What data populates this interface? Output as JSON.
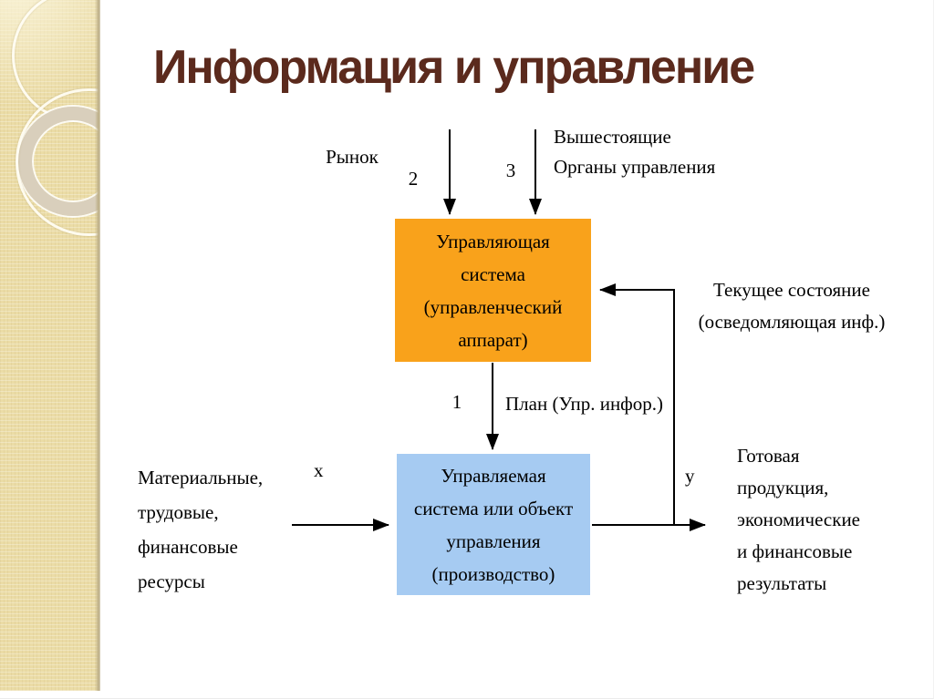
{
  "slide": {
    "title": "Информация и управление",
    "colors": {
      "title_text": "#5B2A1D",
      "sidebar_beige": "#EBDCA6",
      "background": "#FFFFFF"
    }
  },
  "diagram": {
    "boxes": {
      "control_system": {
        "lines": [
          "Управляющая",
          "система",
          "(управленческий",
          "аппарат)"
        ],
        "fill": "#F9A21B"
      },
      "managed_system": {
        "lines": [
          "Управляемая",
          "система или объект",
          "управления",
          "(производство)"
        ],
        "fill": "#A6CBF2"
      }
    },
    "labels": {
      "market": "Рынок",
      "higher_authorities": [
        "Вышестоящие",
        "Органы управления"
      ],
      "current_state": [
        "Текущее состояние",
        "(осведомляющая инф.)"
      ],
      "plan": "План (Упр. инфор.)",
      "inputs": [
        "Материальные,",
        "трудовые,",
        "финансовые",
        "ресурсы"
      ],
      "outputs": [
        "Готовая",
        "продукция,",
        "экономические",
        "и финансовые",
        "результаты"
      ],
      "input_var": "x",
      "output_var": "y",
      "arrow_numbers": {
        "plan": "1",
        "market": "2",
        "higher": "3"
      }
    },
    "arrow_color": "#000000"
  }
}
